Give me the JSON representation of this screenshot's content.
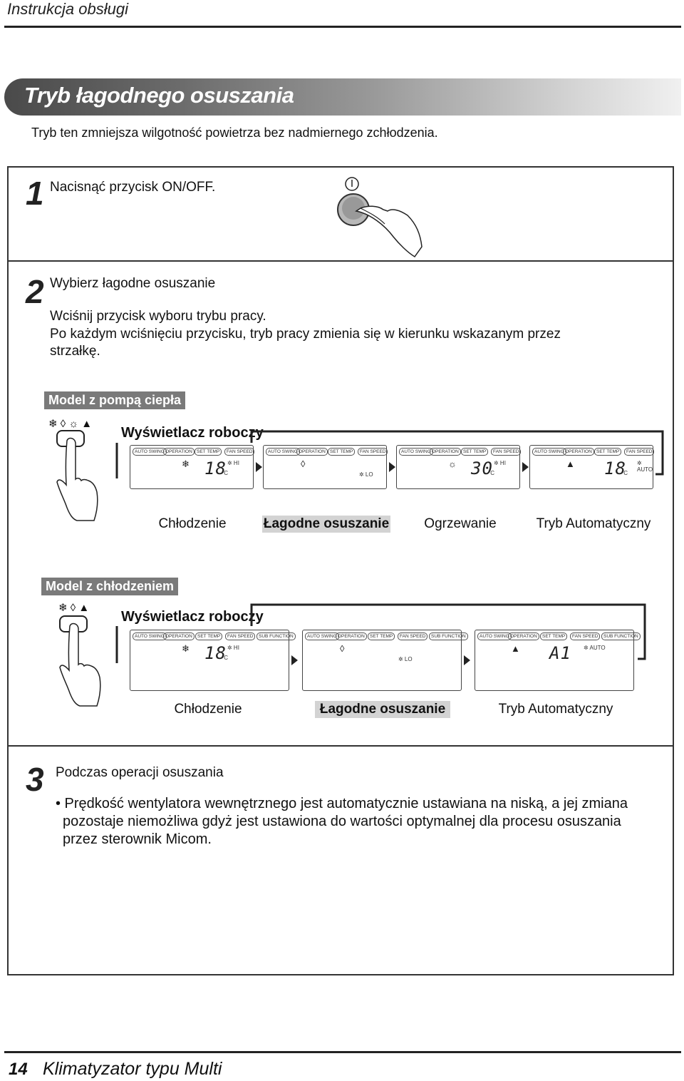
{
  "header": {
    "text": "Instrukcja obsługi"
  },
  "section": {
    "title": "Tryb łagodnego osuszania",
    "intro": "Tryb ten zmniejsza wilgotność powietrza bez nadmiernego zchłodzenia."
  },
  "step1": {
    "number": "1",
    "text": "Nacisnąć przycisk ON/OFF."
  },
  "step2": {
    "number": "2",
    "heading": "Wybierz łagodne osuszanie",
    "line1": "Wciśnij przycisk wyboru trybu pracy.",
    "line2": "Po każdym wciśnięciu przycisku, tryb pracy zmienia się w kierunku wskazanym przez",
    "line3": "strzałkę."
  },
  "heatpump": {
    "badge": "Model z pompą ciepła",
    "display_title": "Wyświetlacz roboczy",
    "labels": [
      "AUTO SWING",
      "OPERATION",
      "SET TEMP",
      "FAN SPEED"
    ],
    "panels": [
      {
        "temp": "18",
        "unit": "°C",
        "fan": "HI"
      },
      {
        "temp": "",
        "unit": "",
        "fan": "LO"
      },
      {
        "temp": "30",
        "unit": "°C",
        "fan": "HI"
      },
      {
        "temp": "18",
        "unit": "°C",
        "fan": "AUTO"
      }
    ],
    "modes": [
      "Chłodzenie",
      "Łagodne osuszanie",
      "Ogrzewanie",
      "Tryb Automatyczny"
    ]
  },
  "cooling": {
    "badge": "Model z chłodzeniem",
    "display_title": "Wyświetlacz roboczy",
    "labels": [
      "AUTO SWING",
      "OPERATION",
      "SET TEMP",
      "FAN SPEED",
      "SUB FUNCTION"
    ],
    "panels": [
      {
        "temp": "18",
        "unit": "°C",
        "fan": "HI"
      },
      {
        "temp": "",
        "unit": "",
        "fan": "LO"
      },
      {
        "temp": "A1",
        "unit": "",
        "fan": "AUTO"
      }
    ],
    "modes": [
      "Chłodzenie",
      "Łagodne osuszanie",
      "Tryb Automatyczny"
    ]
  },
  "step3": {
    "number": "3",
    "heading": "Podczas operacji osuszania",
    "bullet_line1": "• Prędkość wentylatora wewnętrznego jest automatycznie ustawiana na niską, a jej zmiana",
    "bullet_line2": "pozostaje niemożliwa gdyż jest ustawiona do wartości optymalnej dla procesu osuszania",
    "bullet_line3": "przez sterownik Micom."
  },
  "footer": {
    "page": "14",
    "title": "Klimatyzator typu Multi"
  }
}
